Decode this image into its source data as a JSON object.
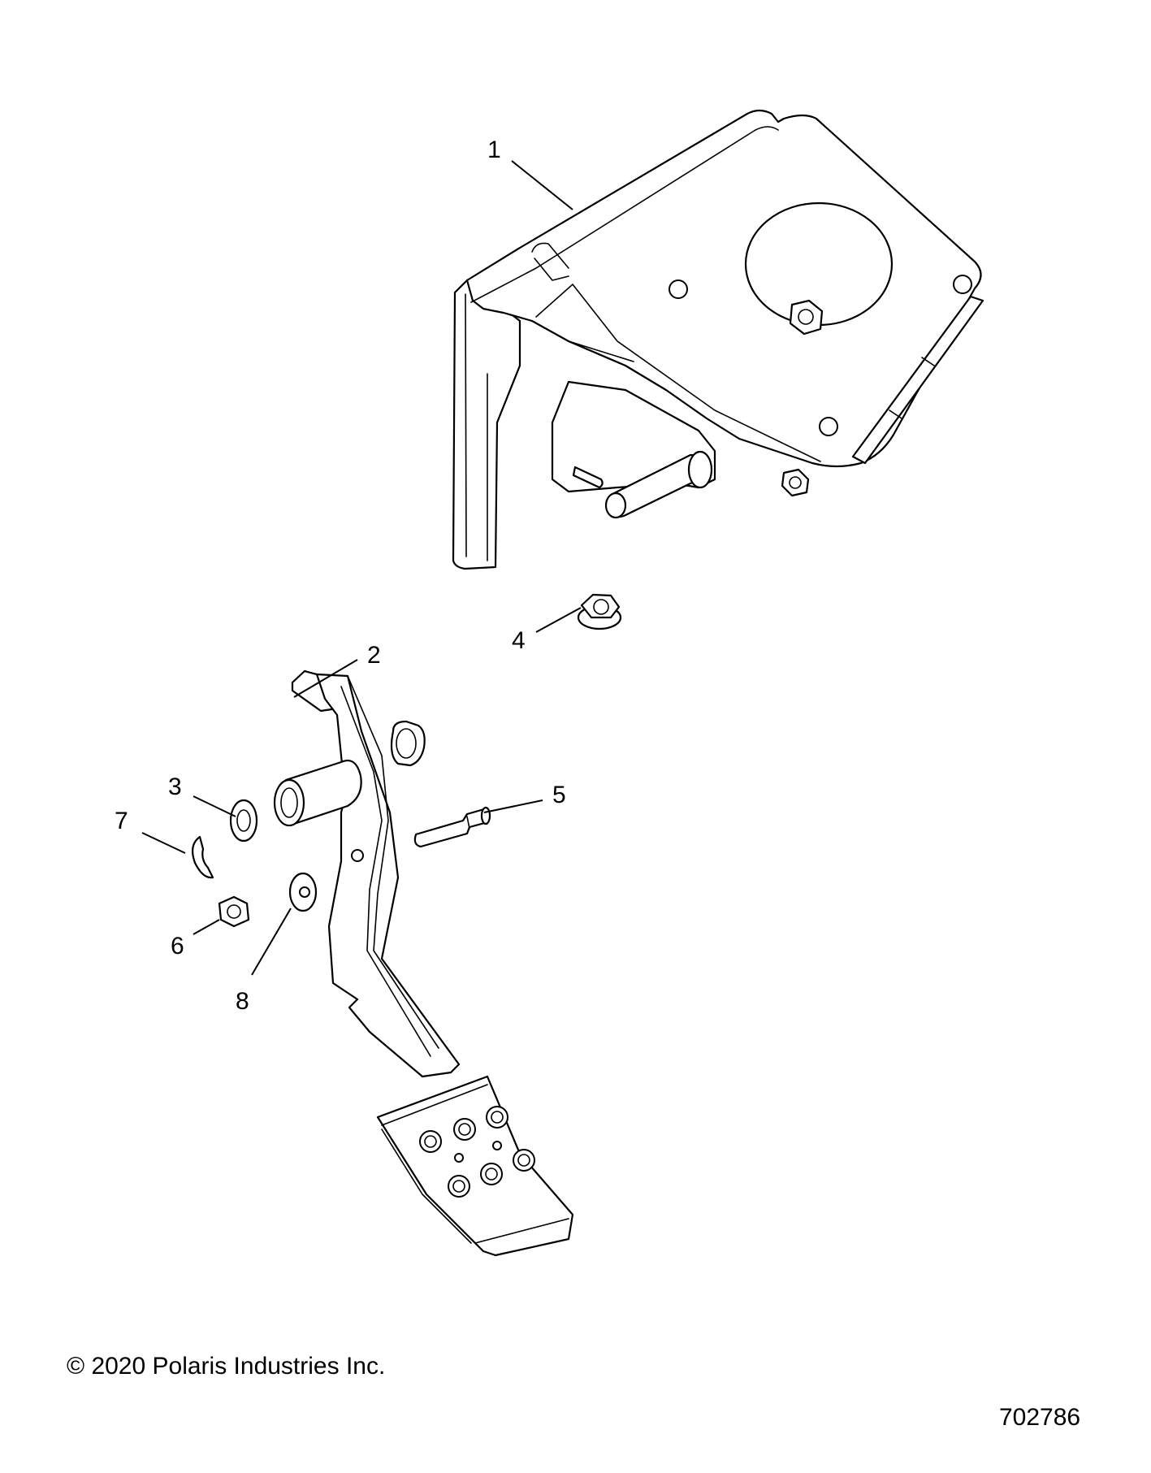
{
  "callouts": {
    "c1": "1",
    "c2": "2",
    "c3": "3",
    "c4": "4",
    "c5": "5",
    "c6": "6",
    "c7": "7",
    "c8": "8"
  },
  "footer": {
    "copyright": "© 2020 Polaris Industries Inc.",
    "drawing_number": "702786"
  }
}
